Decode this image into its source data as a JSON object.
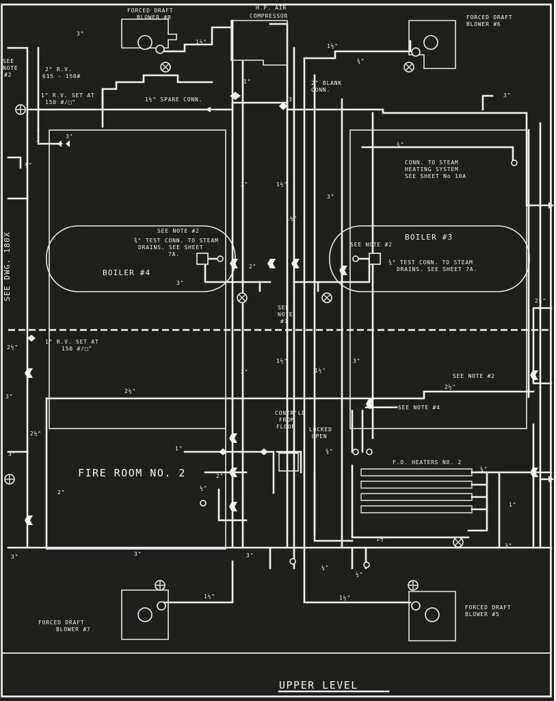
{
  "title": "UPPER LEVEL",
  "room_label": "FIRE ROOM NO. 2",
  "side_label": "SEE DWG. 180X",
  "colors": {
    "background": "#1e1e1c",
    "line": "#f2f2ee"
  },
  "labels": {
    "blower8": [
      "FORCED DRAFT",
      "BLOWER #8"
    ],
    "blower6": [
      "FORCED DRAFT",
      "BLOWER #6"
    ],
    "blower7": [
      "FORCED DRAFT",
      "BLOWER #7"
    ],
    "blower5": [
      "FORCED DRAFT",
      "BLOWER #5"
    ],
    "compressor": [
      "H.P. AIR",
      "COMPRESSOR"
    ],
    "blank_conn": [
      "2\" BLANK",
      "CONN."
    ],
    "spare_conn": "1½\" SPARE CONN.",
    "steam_heating": [
      "CONN. TO STEAM",
      "HEATING SYSTEM",
      "SEE SHEET No 10A"
    ],
    "boiler4": "BOILER #4",
    "boiler3": "BOILER #3",
    "test_conn_left": [
      "⅜\" TEST CONN. TO STEAM",
      "DRAINS. SEE SHEET",
      "7A."
    ],
    "test_conn_right": [
      "⅜\" TEST CONN. TO STEAM",
      "DRAINS. SEE SHEET 7A."
    ],
    "see_note_2": "SEE NOTE #2",
    "see_note_1": [
      "SEE",
      "NOTE",
      "#1"
    ],
    "see_note_4": "SEE NOTE #4",
    "rv_top": [
      "1\" R.V. SET AT",
      "150 #/□\""
    ],
    "rv_mid": [
      "1\" R.V. SET AT",
      "150 #/□\""
    ],
    "rv_2": [
      "2\" R.V.",
      "615 - 150#"
    ],
    "contr_floor": [
      "CONTR'LD",
      "FROM",
      "FLOOR"
    ],
    "locked_open": [
      "LOCKED",
      "OPEN"
    ],
    "fo_heaters": "F.O. HEATERS NO. 2",
    "see_note_top": [
      "SEE",
      "NOTE",
      "#2"
    ]
  },
  "sizes": {
    "s3": "3\"",
    "s2": "2\"",
    "s1": "1\"",
    "s1h": "1½\"",
    "s2h": "2½\"",
    "s34": "¾\"",
    "s12": "½\"",
    "s14": "¼\""
  }
}
